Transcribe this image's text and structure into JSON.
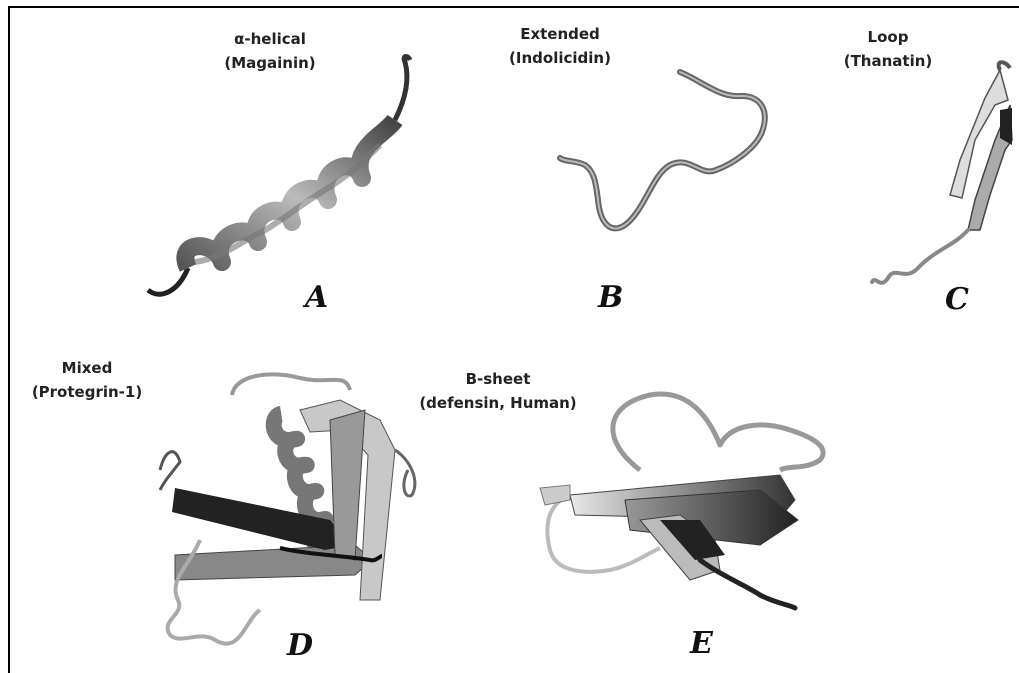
{
  "panels": {
    "A": {
      "name": "α-helical",
      "example": "(Magainin)",
      "letter": "A"
    },
    "B": {
      "name": "Extended",
      "example": "(Indolicidin)",
      "letter": "B"
    },
    "C": {
      "name": "Loop",
      "example": "(Thanatin)",
      "letter": "C"
    },
    "D": {
      "name": "Mixed",
      "example": "(Protegrin-1)",
      "letter": "D"
    },
    "E": {
      "name": "B-sheet",
      "example": "(defensin, Human)",
      "letter": "E"
    }
  }
}
